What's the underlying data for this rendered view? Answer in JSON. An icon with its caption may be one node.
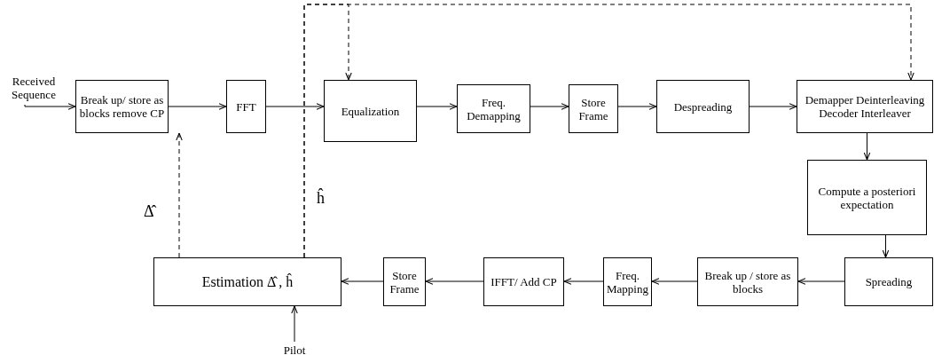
{
  "diagram": {
    "nodes": [
      {
        "text": [
          "Received Sequence"
        ]
      },
      {
        "text": [
          "Break up/ store as blocks remove CP"
        ]
      },
      {
        "text": [
          "FFT"
        ]
      },
      {
        "text": [
          "Equalization"
        ]
      },
      {
        "text": [
          "Freq. Demapping"
        ]
      },
      {
        "text": [
          "Store Frame"
        ]
      },
      {
        "text": [
          "Despreading"
        ]
      },
      {
        "text": [
          "Demapper Deinterleaving Decoder Interleaver"
        ]
      },
      {
        "text": [
          "Compute a posteriori expectation"
        ]
      },
      {
        "text": [
          "Spreading"
        ]
      },
      {
        "text": [
          "Break up / store as blocks"
        ]
      },
      {
        "text": [
          "Freq. Mapping"
        ]
      },
      {
        "text": [
          "IFFT/ Add CP"
        ]
      },
      {
        "text": [
          "Store Frame"
        ]
      },
      {
        "text": [
          "Estimation Δ̂ , ĥ"
        ]
      },
      {
        "text": [
          "Pilot"
        ]
      }
    ],
    "edges": [
      {
        "from": 0,
        "to": 1,
        "arrow": "to"
      },
      {
        "from": 1,
        "to": 2,
        "arrow": "to"
      },
      {
        "from": 2,
        "to": 3,
        "arrow": "to"
      },
      {
        "from": 3,
        "to": 4,
        "arrow": "to"
      },
      {
        "from": 4,
        "to": 5,
        "arrow": "to"
      },
      {
        "from": 5,
        "to": 6,
        "arrow": "to"
      },
      {
        "from": 6,
        "to": 7,
        "arrow": "to"
      },
      {
        "from": 7,
        "to": 8,
        "arrow": "to"
      },
      {
        "from": 8,
        "to": 9,
        "arrow": "to"
      },
      {
        "from": 9,
        "to": 10,
        "arrow": "to"
      },
      {
        "from": 10,
        "to": 11,
        "arrow": "to"
      },
      {
        "from": 11,
        "to": 12,
        "arrow": "to"
      },
      {
        "from": 12,
        "to": 13,
        "arrow": "to"
      },
      {
        "from": 13,
        "to": 14,
        "arrow": "to"
      },
      {
        "from": 15,
        "to": 14,
        "arrow": "to"
      },
      {
        "from": 14,
        "to": 1,
        "arrow": "to",
        "label": "Δ̂",
        "style": "dashed"
      },
      {
        "from": 14,
        "to": 3,
        "arrow": "to",
        "label": "ĥ",
        "style": "dashed"
      },
      {
        "from": 14,
        "to": 7,
        "arrow": "to",
        "style": "dashed"
      }
    ]
  }
}
